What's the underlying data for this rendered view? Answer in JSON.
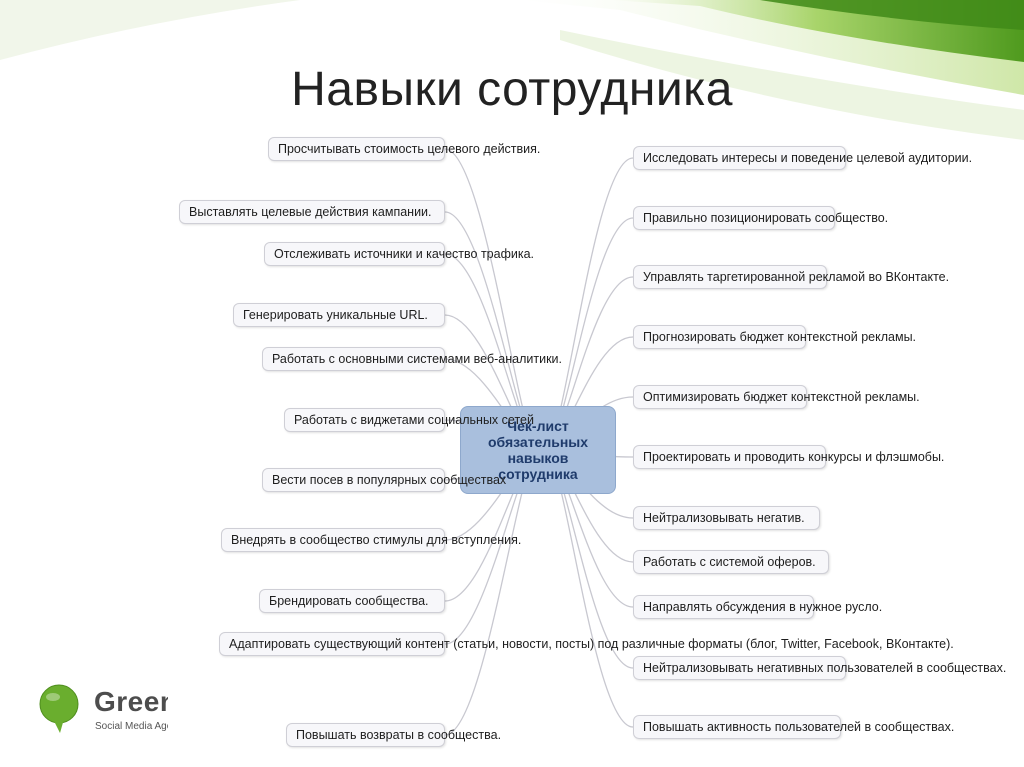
{
  "title": "Навыки сотрудника",
  "colors": {
    "center_fill": "#a9bfdd",
    "node_fill": "#f7f7fa",
    "line": "#c8c8d0",
    "leaf_green": "#6aae2e"
  },
  "center": {
    "label": "Чек-лист\nобязательных\nнавыков\nсотрудника"
  },
  "left_nodes": [
    "Просчитывать стоимость\nцелевого действия.",
    "Выставлять целевые действия кампании.",
    "Отслеживать источники и\nкачество трафика.",
    "Генерировать уникальные URL.",
    "Работать с основными\nсистемами веб-аналитики.",
    "Работать с виджетами\nсоциальных сетей",
    "Вести посев в популярных\nсообществах",
    "Внедрять в сообщество стимулы\nдля вступления.",
    "Брендировать сообщества.",
    "Адаптировать существующий\nконтент (статьи, новости, посты)\nпод различные форматы (блог,\nTwitter, Facebook, ВКонтакте).",
    "Повышать возвраты в\nсообщества."
  ],
  "right_nodes": [
    "Исследовать интересы и\nповедение целевой аудитории.",
    "Правильно позиционировать\nсообщество.",
    "Управлять таргетированной\nрекламой во ВКонтакте.",
    "Прогнозировать бюджет\nконтекстной рекламы.",
    "Оптимизировать бюджет\nконтекстной рекламы.",
    "Проектировать и проводить\nконкурсы и флэшмобы.",
    "Нейтрализовывать негатив.",
    "Работать с системой оферов.",
    "Направлять обсуждения в\nнужное русло.",
    "Нейтрализовывать негативных\nпользователей в сообществах.",
    "Повышать активность\nпользователей в сообществах."
  ],
  "logo": {
    "name": "Green",
    "subtitle": "Social Media Agency",
    "icon": "speech-bubble-leaf-icon"
  }
}
